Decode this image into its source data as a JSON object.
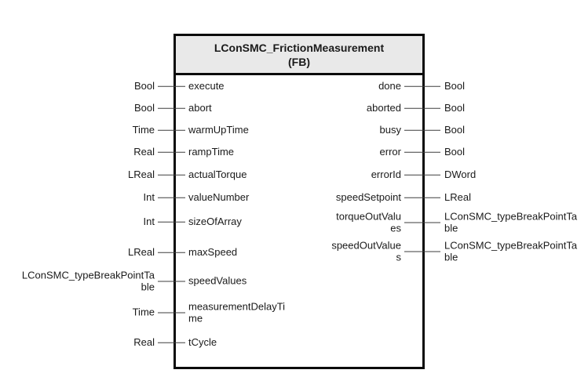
{
  "diagram": {
    "title": "LConSMC_FrictionMeasurement",
    "subtitle": "(FB)",
    "inputs": [
      {
        "type": "Bool",
        "name": "execute"
      },
      {
        "type": "Bool",
        "name": "abort"
      },
      {
        "type": "Time",
        "name": "warmUpTime"
      },
      {
        "type": "Real",
        "name": "rampTime"
      },
      {
        "type": "LReal",
        "name": "actualTorque"
      },
      {
        "type": "Int",
        "name": "valueNumber"
      },
      {
        "type": "Int",
        "name": "sizeOfArray"
      },
      {
        "type": "LReal",
        "name": "maxSpeed"
      },
      {
        "type": "LConSMC_typeBreakPointTable",
        "name": "speedValues"
      },
      {
        "type": "Time",
        "name": "measurementDelayTime"
      },
      {
        "type": "Real",
        "name": "tCycle"
      }
    ],
    "outputs": [
      {
        "name": "done",
        "type": "Bool"
      },
      {
        "name": "aborted",
        "type": "Bool"
      },
      {
        "name": "busy",
        "type": "Bool"
      },
      {
        "name": "error",
        "type": "Bool"
      },
      {
        "name": "errorId",
        "type": "DWord"
      },
      {
        "name": "speedSetpoint",
        "type": "LReal"
      },
      {
        "name": "torqueOutValues",
        "type": "LConSMC_typeBreakPointTable"
      },
      {
        "name": "speedOutValues",
        "type": "LConSMC_typeBreakPointTable"
      }
    ],
    "colors": {
      "header_bg": "#e9e9e9",
      "border": "#0b0b0b",
      "wire": "#3e3e3e",
      "text": "#1a1a1a"
    }
  }
}
